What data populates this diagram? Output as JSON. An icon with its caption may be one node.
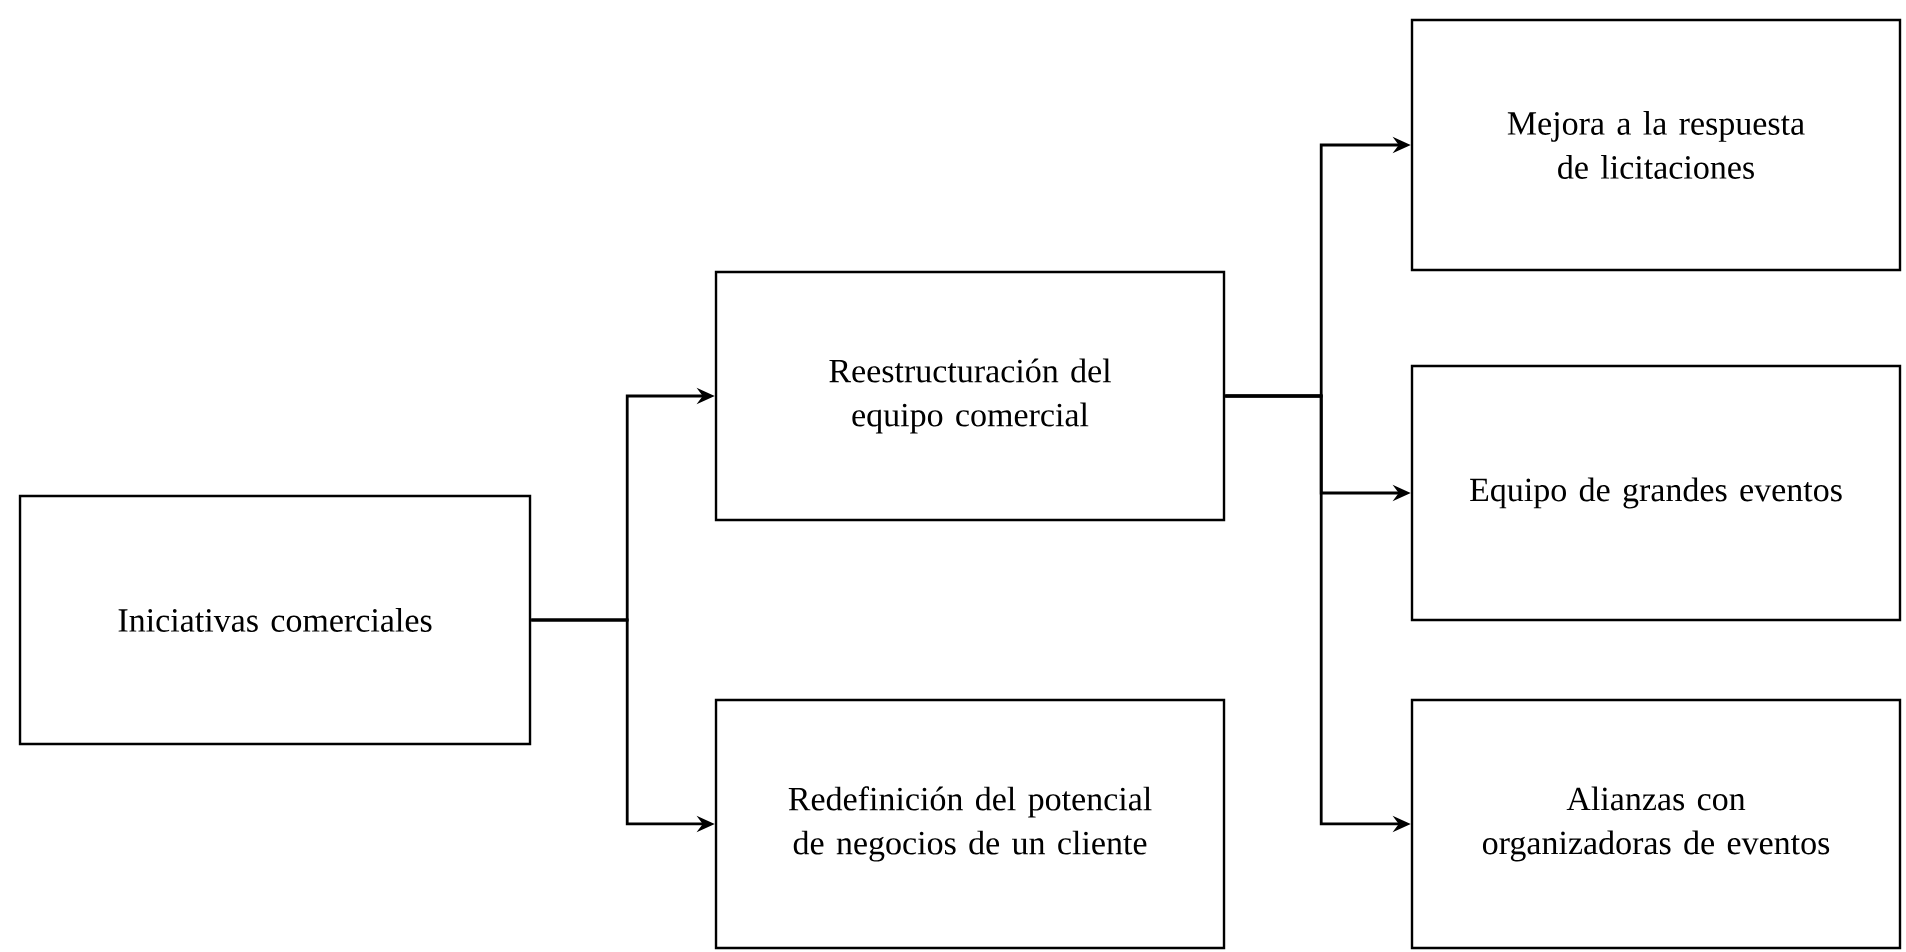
{
  "diagram": {
    "nodes": [
      {
        "text": [
          "Iniciativas comerciales"
        ]
      },
      {
        "text": [
          "Reestructuración del equipo comercial"
        ]
      },
      {
        "text": [
          "Redefinición del potencial de negocios de un cliente"
        ]
      },
      {
        "text": [
          "Mejora a la respuesta de licitaciones"
        ]
      },
      {
        "text": [
          "Equipo de grandes eventos"
        ]
      },
      {
        "text": [
          "Alianzas con organizadoras de eventos"
        ]
      }
    ],
    "edges": [
      {
        "from": 0,
        "to": 1,
        "arrow": "to"
      },
      {
        "from": 0,
        "to": 2,
        "arrow": "to"
      },
      {
        "from": 1,
        "to": 3,
        "arrow": "to"
      },
      {
        "from": 1,
        "to": 4,
        "arrow": "to"
      },
      {
        "from": 1,
        "to": 5,
        "arrow": "to"
      }
    ]
  }
}
